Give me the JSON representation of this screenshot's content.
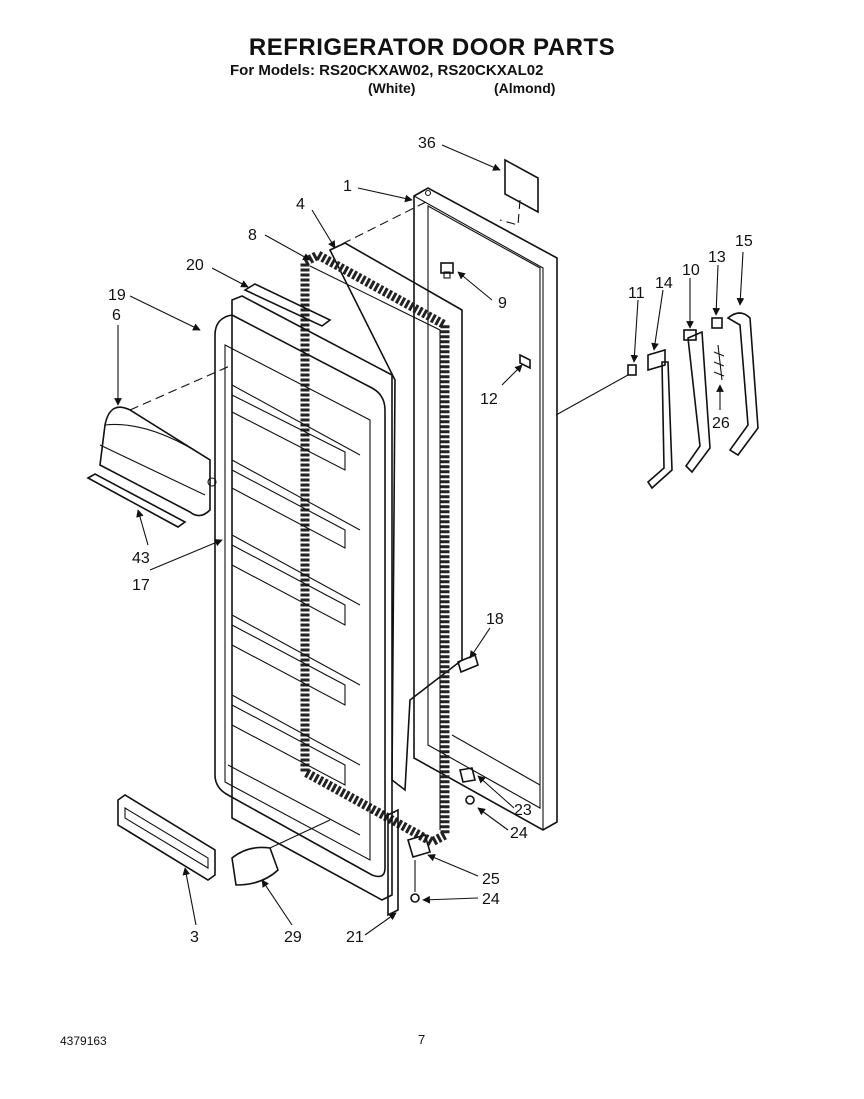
{
  "header": {
    "title": "REFRIGERATOR DOOR PARTS",
    "models_line": "For Models: RS20CKXAW02,  RS20CKXAL02",
    "color_white": "(White)",
    "color_almond": "(Almond)"
  },
  "callouts": {
    "p1": "1",
    "p3": "3",
    "p4": "4",
    "p6": "6",
    "p8": "8",
    "p9": "9",
    "p10": "10",
    "p11": "11",
    "p12": "12",
    "p13": "13",
    "p14": "14",
    "p15": "15",
    "p17": "17",
    "p18": "18",
    "p19": "19",
    "p20": "20",
    "p21": "21",
    "p23": "23",
    "p24a": "24",
    "p24b": "24",
    "p25": "25",
    "p26": "26",
    "p29": "29",
    "p36": "36",
    "p43": "43"
  },
  "footer": {
    "doc_number": "4379163",
    "page_number": "7"
  }
}
